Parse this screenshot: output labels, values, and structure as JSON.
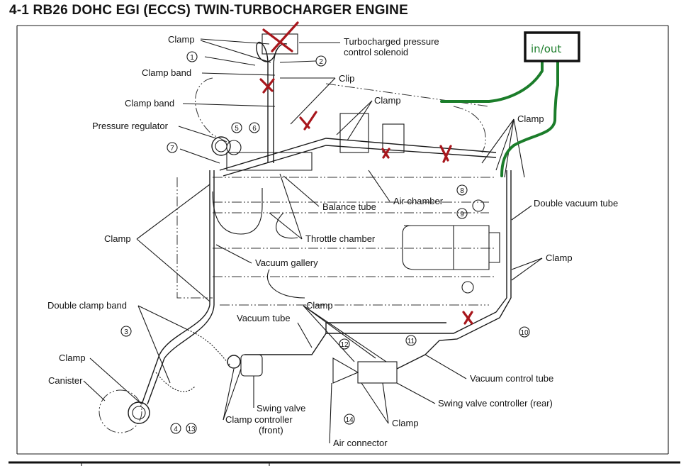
{
  "title": "4-1  RB26 DOHC EGI (ECCS) TWIN-TURBOCHARGER ENGINE",
  "annotation": {
    "box_label": "in/out",
    "box_color": "#1b7d2a",
    "red_x_color": "#a8161c",
    "red_x_count": 7
  },
  "labels": {
    "clamp_top": "Clamp",
    "solenoid_line1": "Turbocharged pressure",
    "solenoid_line2": "control solenoid",
    "clamp_band_1": "Clamp band",
    "clip": "Clip",
    "clamp_band_2": "Clamp band",
    "clamp_mid": "Clamp",
    "pressure_regulator": "Pressure regulator",
    "clamp_right_top": "Clamp",
    "air_chamber": "Air chamber",
    "balance_tube": "Balance tube",
    "double_vacuum_tube": "Double vacuum tube",
    "clamp_left": "Clamp",
    "throttle_chamber": "Throttle chamber",
    "vacuum_gallery": "Vacuum gallery",
    "clamp_right_mid": "Clamp",
    "double_clamp_band": "Double clamp band",
    "clamp_lower": "Clamp",
    "vacuum_tube": "Vacuum tube",
    "clamp_bottom_left": "Clamp",
    "canister": "Canister",
    "vacuum_control_tube": "Vacuum control tube",
    "swing_valve_front_1": "Swing valve",
    "swing_valve_front_2": "Clamp controller",
    "swing_valve_front_3": "(front)",
    "swing_valve_rear": "Swing valve controller (rear)",
    "clamp_bottom": "Clamp",
    "air_connector": "Air connector"
  },
  "callouts": [
    "1",
    "2",
    "3",
    "4",
    "5",
    "6",
    "7",
    "8",
    "9",
    "10",
    "11",
    "12",
    "13",
    "14"
  ]
}
